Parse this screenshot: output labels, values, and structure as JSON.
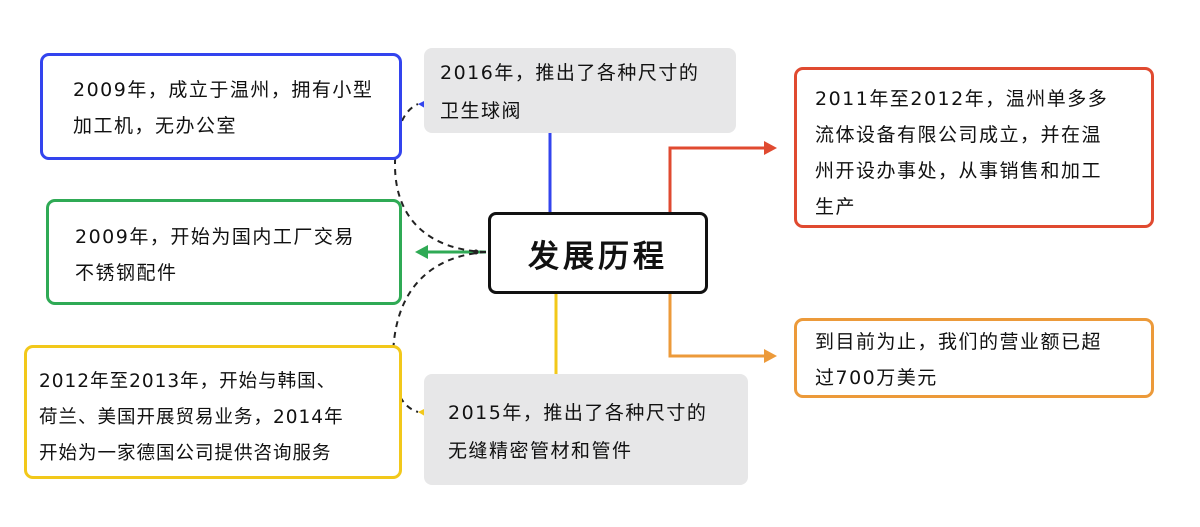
{
  "center": {
    "label": "发展历程"
  },
  "nodes": {
    "top_left": {
      "text": "2009年，成立于温州，拥有小型\n加工机，无办公室",
      "color": "#3344ee"
    },
    "mid_left": {
      "text": "2009年，开始为国内工厂交易\n不锈钢配件",
      "color": "#2faa55"
    },
    "bottom_left": {
      "text": "2012年至2013年，开始与韩国、\n荷兰、美国开展贸易业务，2014年\n开始为一家德国公司提供咨询服务",
      "color": "#f2c81a"
    },
    "top_center": {
      "text": "2016年，推出了各种尺寸的\n卫生球阀",
      "color": "#3344ee"
    },
    "bottom_center": {
      "text": "2015年，推出了各种尺寸的\n无缝精密管材和管件",
      "color": "#f2c81a"
    },
    "top_right": {
      "text": "2011年至2012年，温州单多多\n流体设备有限公司成立，并在温\n州开设办事处，从事销售和加工\n生产",
      "color": "#e04a30"
    },
    "bottom_right": {
      "text": "到目前为止，我们的营业额已超\n过700万美元",
      "color": "#ec9a3a"
    }
  }
}
